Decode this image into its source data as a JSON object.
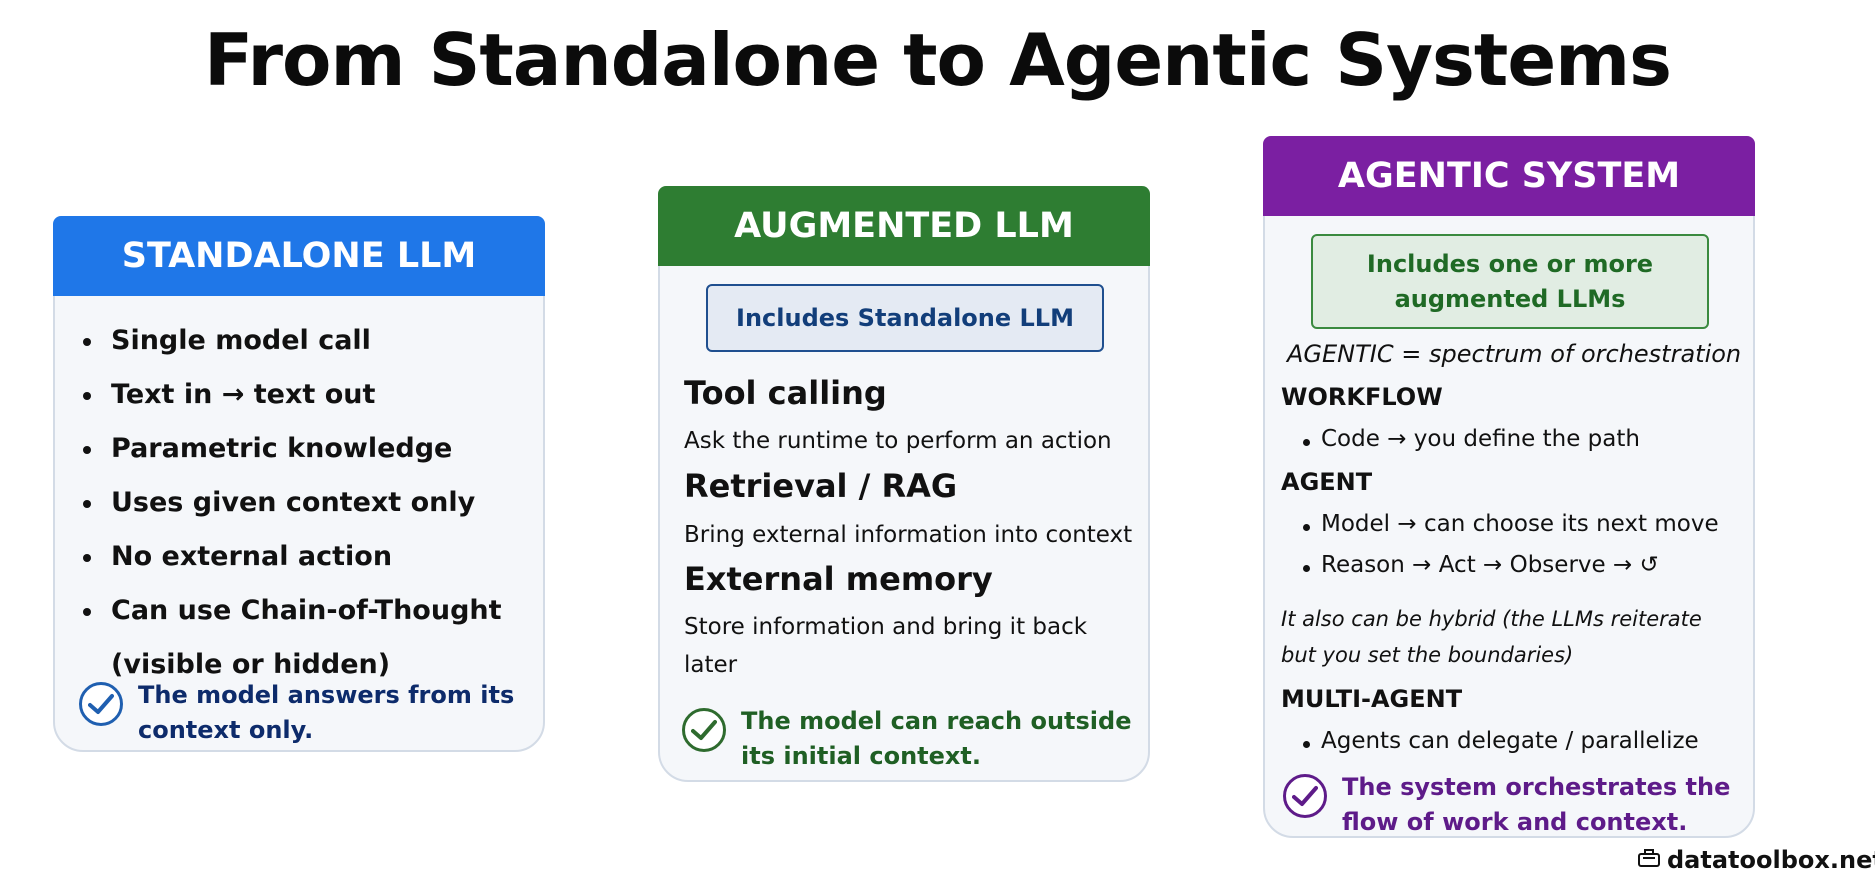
{
  "title": "From Standalone to Agentic Systems",
  "colors": {
    "blue": "#1f77e8",
    "green": "#2e7d32",
    "purple": "#7b1fa2",
    "navy": "#0d2b6b",
    "dark_green": "#1f5f24",
    "dark_purple": "#5e1b89"
  },
  "standalone": {
    "header": "STANDALONE LLM",
    "bullets": [
      "Single model call",
      "Text in → text out",
      "Parametric knowledge",
      "Uses given context only",
      "No external action",
      "Can use Chain-of-Thought"
    ],
    "bullet_cont": "(visible or hidden)",
    "check_line1": "The model answers from its",
    "check_line2": "context only."
  },
  "augmented": {
    "header": "AUGMENTED LLM",
    "includes": "Includes Standalone LLM",
    "sections": [
      {
        "title": "Tool calling",
        "desc": "Ask the runtime to perform an action"
      },
      {
        "title": "Retrieval / RAG",
        "desc": "Bring external information into context"
      },
      {
        "title": "External memory",
        "desc": "Store information and bring it back later"
      }
    ],
    "check_line1": "The model can reach outside",
    "check_line2": "its initial context."
  },
  "agentic": {
    "header": "AGENTIC SYSTEM",
    "includes_line1": "Includes one or more",
    "includes_line2": "augmented LLMs",
    "spectrum": "AGENTIC = spectrum of orchestration",
    "workflow_heading": "WORKFLOW",
    "workflow_bullet": "Code → you define the path",
    "agent_heading": "AGENT",
    "agent_bullets": [
      "Model → can choose its next move",
      "Reason → Act → Observe → ↺"
    ],
    "hybrid_line1": "It also can be hybrid (the LLMs reiterate",
    "hybrid_line2": "but you set the boundaries)",
    "multi_heading": "MULTI-AGENT",
    "multi_bullet": "Agents can delegate / parallelize",
    "check_line1": "The system orchestrates the",
    "check_line2": "flow of work and context."
  },
  "footer": {
    "icon": "toolbox-icon",
    "text": "datatoolbox.net"
  }
}
